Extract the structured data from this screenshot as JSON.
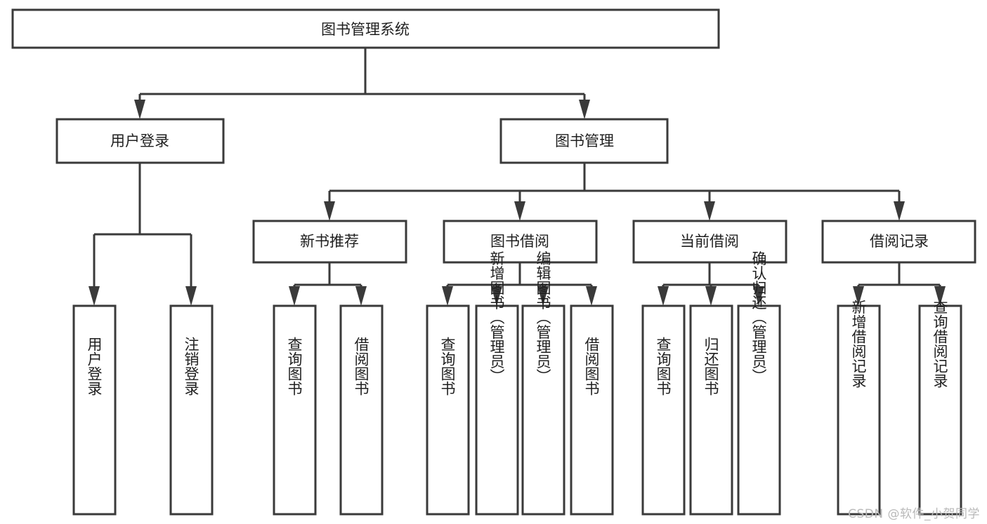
{
  "diagram": {
    "title": "图书管理系统",
    "type": "tree-hierarchy-diagram",
    "colors": {
      "box_stroke": "#3a3a3a",
      "box_fill": "#ffffff",
      "connector": "#3a3a3a",
      "text": "#1f1f1f",
      "watermark": "#b9b9b9",
      "background": "#ffffff"
    },
    "root": {
      "label": "图书管理系统"
    },
    "level2": [
      {
        "label": "用户登录"
      },
      {
        "label": "图书管理"
      }
    ],
    "level3": [
      {
        "label": "新书推荐"
      },
      {
        "label": "图书借阅"
      },
      {
        "label": "当前借阅"
      },
      {
        "label": "借阅记录"
      }
    ],
    "leaves": {
      "user_login": [
        {
          "label": "用户登录"
        },
        {
          "label": "注销登录"
        }
      ],
      "new_book_recommend": [
        {
          "label": "查询图书"
        },
        {
          "label": "借阅图书"
        }
      ],
      "book_borrow": [
        {
          "label": "查询图书"
        },
        {
          "label": "新增图书（管理员）"
        },
        {
          "label": "编辑图书（管理员）"
        },
        {
          "label": "借阅图书"
        }
      ],
      "current_borrow": [
        {
          "label": "查询图书"
        },
        {
          "label": "归还图书"
        },
        {
          "label": "确认归还（管理员）"
        }
      ],
      "borrow_record": [
        {
          "label": "新增借阅记录"
        },
        {
          "label": "查询借阅记录"
        }
      ]
    }
  },
  "watermark": {
    "text": "CSDN @软件_小贺同学"
  }
}
